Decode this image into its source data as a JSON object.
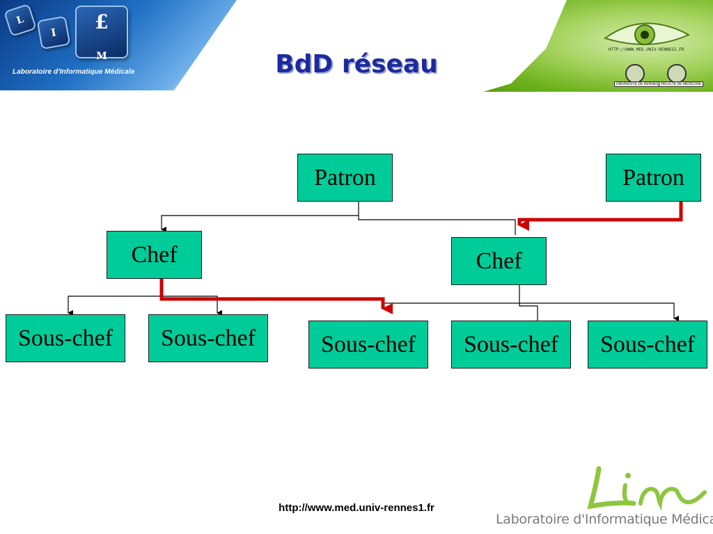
{
  "header": {
    "lab_name": "Laboratoire d'Informatique Médicale",
    "keys": [
      "L",
      "I",
      "£",
      "M"
    ],
    "url_small": "HTTP://WWW.MED.UNIV-RENNES1.FR",
    "seal_left_label": "UNIVERSITÉ DE RENNES 1",
    "seal_right_label": "FACULTÉ DE MÉDECINE"
  },
  "title": "BdD réseau",
  "diagram": {
    "nodes": [
      {
        "id": "patron-1",
        "label": "Patron"
      },
      {
        "id": "patron-2",
        "label": "Patron"
      },
      {
        "id": "chef-1",
        "label": "Chef"
      },
      {
        "id": "chef-2",
        "label": "Chef"
      },
      {
        "id": "sous-chef-1",
        "label": "Sous-chef"
      },
      {
        "id": "sous-chef-2",
        "label": "Sous-chef"
      },
      {
        "id": "sous-chef-3",
        "label": "Sous-chef"
      },
      {
        "id": "sous-chef-4",
        "label": "Sous-chef"
      },
      {
        "id": "sous-chef-5",
        "label": "Sous-chef"
      }
    ],
    "edges": [
      {
        "from": "patron-1",
        "to": "chef-1",
        "highlight": false
      },
      {
        "from": "patron-1",
        "to": "chef-2",
        "highlight": false
      },
      {
        "from": "patron-2",
        "to": "chef-2",
        "highlight": true
      },
      {
        "from": "chef-1",
        "to": "sous-chef-1",
        "highlight": false
      },
      {
        "from": "chef-1",
        "to": "sous-chef-2",
        "highlight": false
      },
      {
        "from": "chef-1",
        "to": "sous-chef-3",
        "highlight": true
      },
      {
        "from": "chef-2",
        "to": "sous-chef-3",
        "highlight": false
      },
      {
        "from": "chef-2",
        "to": "sous-chef-4",
        "highlight": false
      },
      {
        "from": "chef-2",
        "to": "sous-chef-5",
        "highlight": false
      }
    ],
    "colors": {
      "node_fill": "#00cc99",
      "highlight": "#cc0000",
      "line": "#000000"
    }
  },
  "footer": {
    "url": "http://www.med.univ-rennes1.fr",
    "logo_text": "Lim",
    "lab_name": "Laboratoire d'Informatique Médicale"
  }
}
